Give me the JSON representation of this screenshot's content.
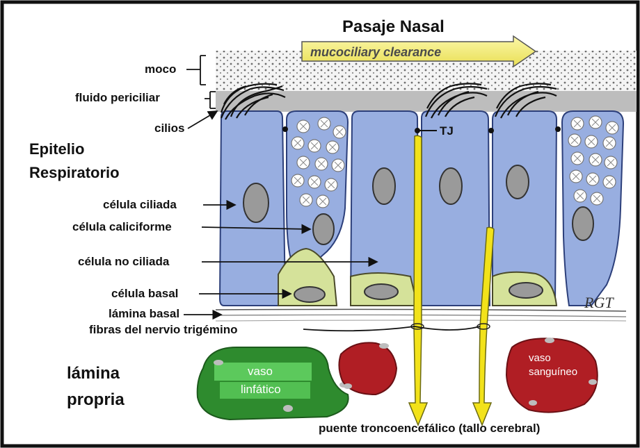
{
  "title": "Pasaje Nasal",
  "banner": "mucociliary clearance",
  "labels": {
    "moco": "moco",
    "fluido": "fluido periciliar",
    "cilios": "cilios",
    "epitelio1": "Epitelio",
    "epitelio2": "Respiratorio",
    "ciliada": "célula ciliada",
    "caliciforme": "célula caliciforme",
    "no_ciliada": "célula no ciliada",
    "basal": "célula basal",
    "lamina_basal": "lámina basal",
    "fibras": "fibras del nervio trigémino",
    "lamina1": "lámina",
    "lamina2": "propria",
    "tj": "TJ",
    "rgt": "RGT",
    "vaso_linf1": "vaso",
    "vaso_linf2": "linfático",
    "vaso_sang1": "vaso",
    "vaso_sang2": "sanguíneo",
    "puente": "puente troncoencefálico (tallo cerebral)"
  },
  "colors": {
    "cell": "#98aee0",
    "basal_cell": "#d5e29a",
    "nerve": "#f2e21a",
    "lymph": "#2e8b2e",
    "blood": "#b01e24",
    "banner": "#f5f08a"
  }
}
